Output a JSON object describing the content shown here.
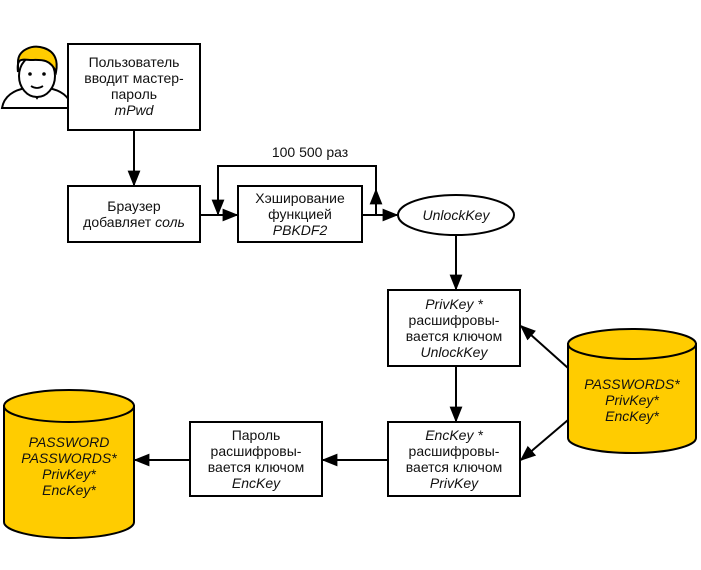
{
  "colors": {
    "storage_fill": "#FFCC00",
    "stroke": "#000000",
    "skin": "#FFFFFF",
    "hair": "#FFCC00"
  },
  "icons": {
    "user": "user-icon"
  },
  "nodes": {
    "user_input": {
      "line1": "Пользователь",
      "line2": "вводит мастер-",
      "line3": "пароль",
      "line4": "mPwd"
    },
    "browser_salt": {
      "line1": "Браузер",
      "line2_text": "добавляет ",
      "line2_italic": "соль"
    },
    "hashing": {
      "line1": "Хэширование",
      "line2": "функцией",
      "line3": "PBKDF2"
    },
    "unlock_key": {
      "label": "UnlockKey"
    },
    "privkey_decrypt": {
      "line1": "PrivKey *",
      "line2": "расшифровы-",
      "line3": "вается ключом",
      "line4": "UnlockKey"
    },
    "enckey_decrypt": {
      "line1": "EncKey *",
      "line2": "расшифровы-",
      "line3": "вается ключом",
      "line4": "PrivKey"
    },
    "password_decrypt": {
      "line1": "Пароль",
      "line2": "расшифровы-",
      "line3": "вается ключом",
      "line4": "EncKey"
    },
    "server_storage": {
      "line1": "PASSWORDS*",
      "line2": "PrivKey*",
      "line3": "EncKey*"
    },
    "local_storage": {
      "line1": "PASSWORD",
      "line2": "PASSWORDS*",
      "line3": "PrivKey*",
      "line4": "EncKey*"
    }
  },
  "loop_label": "100 500 раз"
}
